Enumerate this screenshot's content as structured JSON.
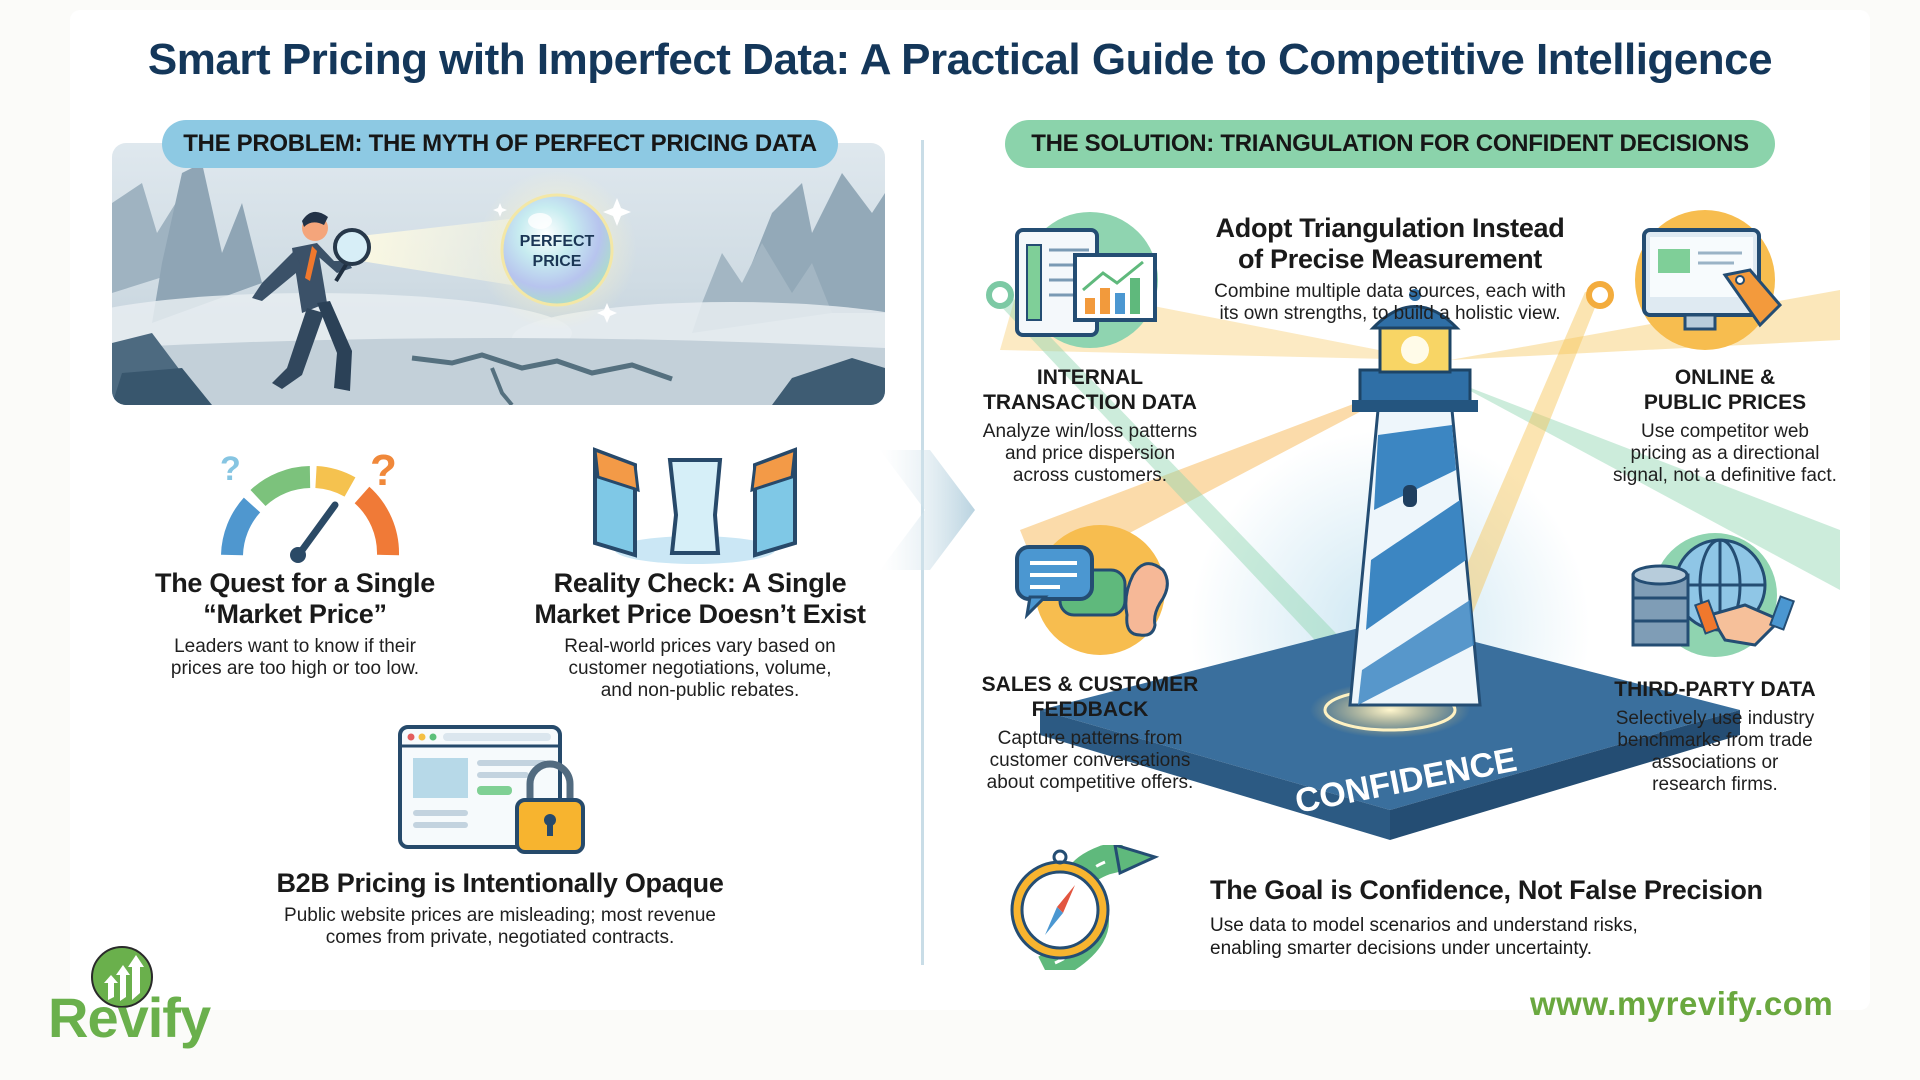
{
  "title": "Smart Pricing with Imperfect Data: A Practical Guide to Competitive Intelligence",
  "problem": {
    "header": "THE PROBLEM: THE MYTH OF PERFECT PRICING DATA",
    "hero_orb_line1": "PERFECT",
    "hero_orb_line2": "PRICE",
    "items": [
      {
        "icon": "broken-gauge-icon",
        "title_line1": "The Quest for a Single",
        "title_line2": "“Market Price”",
        "text_line1": "Leaders want to know if their",
        "text_line2": "prices are too high or too low."
      },
      {
        "icon": "fragmented-storefronts-icon",
        "title_line1": "Reality Check: A Single",
        "title_line2": "Market Price Doesn’t Exist",
        "text_line1": "Real-world prices vary based on",
        "text_line2": "customer negotiations, volume,",
        "text_line3": "and non-public rebates."
      },
      {
        "icon": "locked-browser-icon",
        "title": "B2B Pricing is Intentionally Opaque",
        "text_line1": "Public website prices are misleading; most revenue",
        "text_line2": "comes from private, negotiated contracts."
      }
    ]
  },
  "solution": {
    "header": "THE SOLUTION: TRIANGULATION FOR CONFIDENT DECISIONS",
    "intro": {
      "title_line1": "Adopt Triangulation Instead",
      "title_line2": "of Precise Measurement",
      "text_line1": "Combine multiple data sources, each with",
      "text_line2": "its own strengths, to build a holistic view."
    },
    "sources": [
      {
        "icon": "report-chart-icon",
        "title_line1": "INTERNAL",
        "title_line2": "TRANSACTION DATA",
        "text_line1": "Analyze win/loss patterns",
        "text_line2": "and price dispersion",
        "text_line3": "across customers."
      },
      {
        "icon": "monitor-price-tag-icon",
        "title_line1": "ONLINE &",
        "title_line2": "PUBLIC PRICES",
        "text_line1": "Use competitor web",
        "text_line2": "pricing as a directional",
        "text_line3": "signal, not a definitive fact."
      },
      {
        "icon": "chat-ear-icon",
        "title_line1": "SALES & CUSTOMER",
        "title_line2": "FEEDBACK",
        "text_line1": "Capture patterns from",
        "text_line2": "customer conversations",
        "text_line3": "about competitive offers."
      },
      {
        "icon": "database-globe-handshake-icon",
        "title_line1": "THIRD-PARTY DATA",
        "text_line1": "Selectively use industry",
        "text_line2": "benchmarks from trade",
        "text_line3": "associations or",
        "text_line4": "research firms."
      }
    ],
    "center_label": "CONFIDENCE",
    "goal": {
      "icon": "compass-road-icon",
      "title": "The Goal is Confidence, Not False Precision",
      "text_line1": "Use data to model scenarios and understand risks,",
      "text_line2": "enabling smarter decisions under uncertainty."
    }
  },
  "footer": {
    "brand": "Revify",
    "url": "www.myrevify.com"
  },
  "colors": {
    "title_navy": "#14375a",
    "problem_pill": "#8dc9e3",
    "solution_pill": "#8bd3ab",
    "brand_green": "#6ab04c",
    "beam_yellow": "#f6c453",
    "beam_green": "#8fd4b0",
    "lighthouse_blue": "#2f6fa6"
  }
}
